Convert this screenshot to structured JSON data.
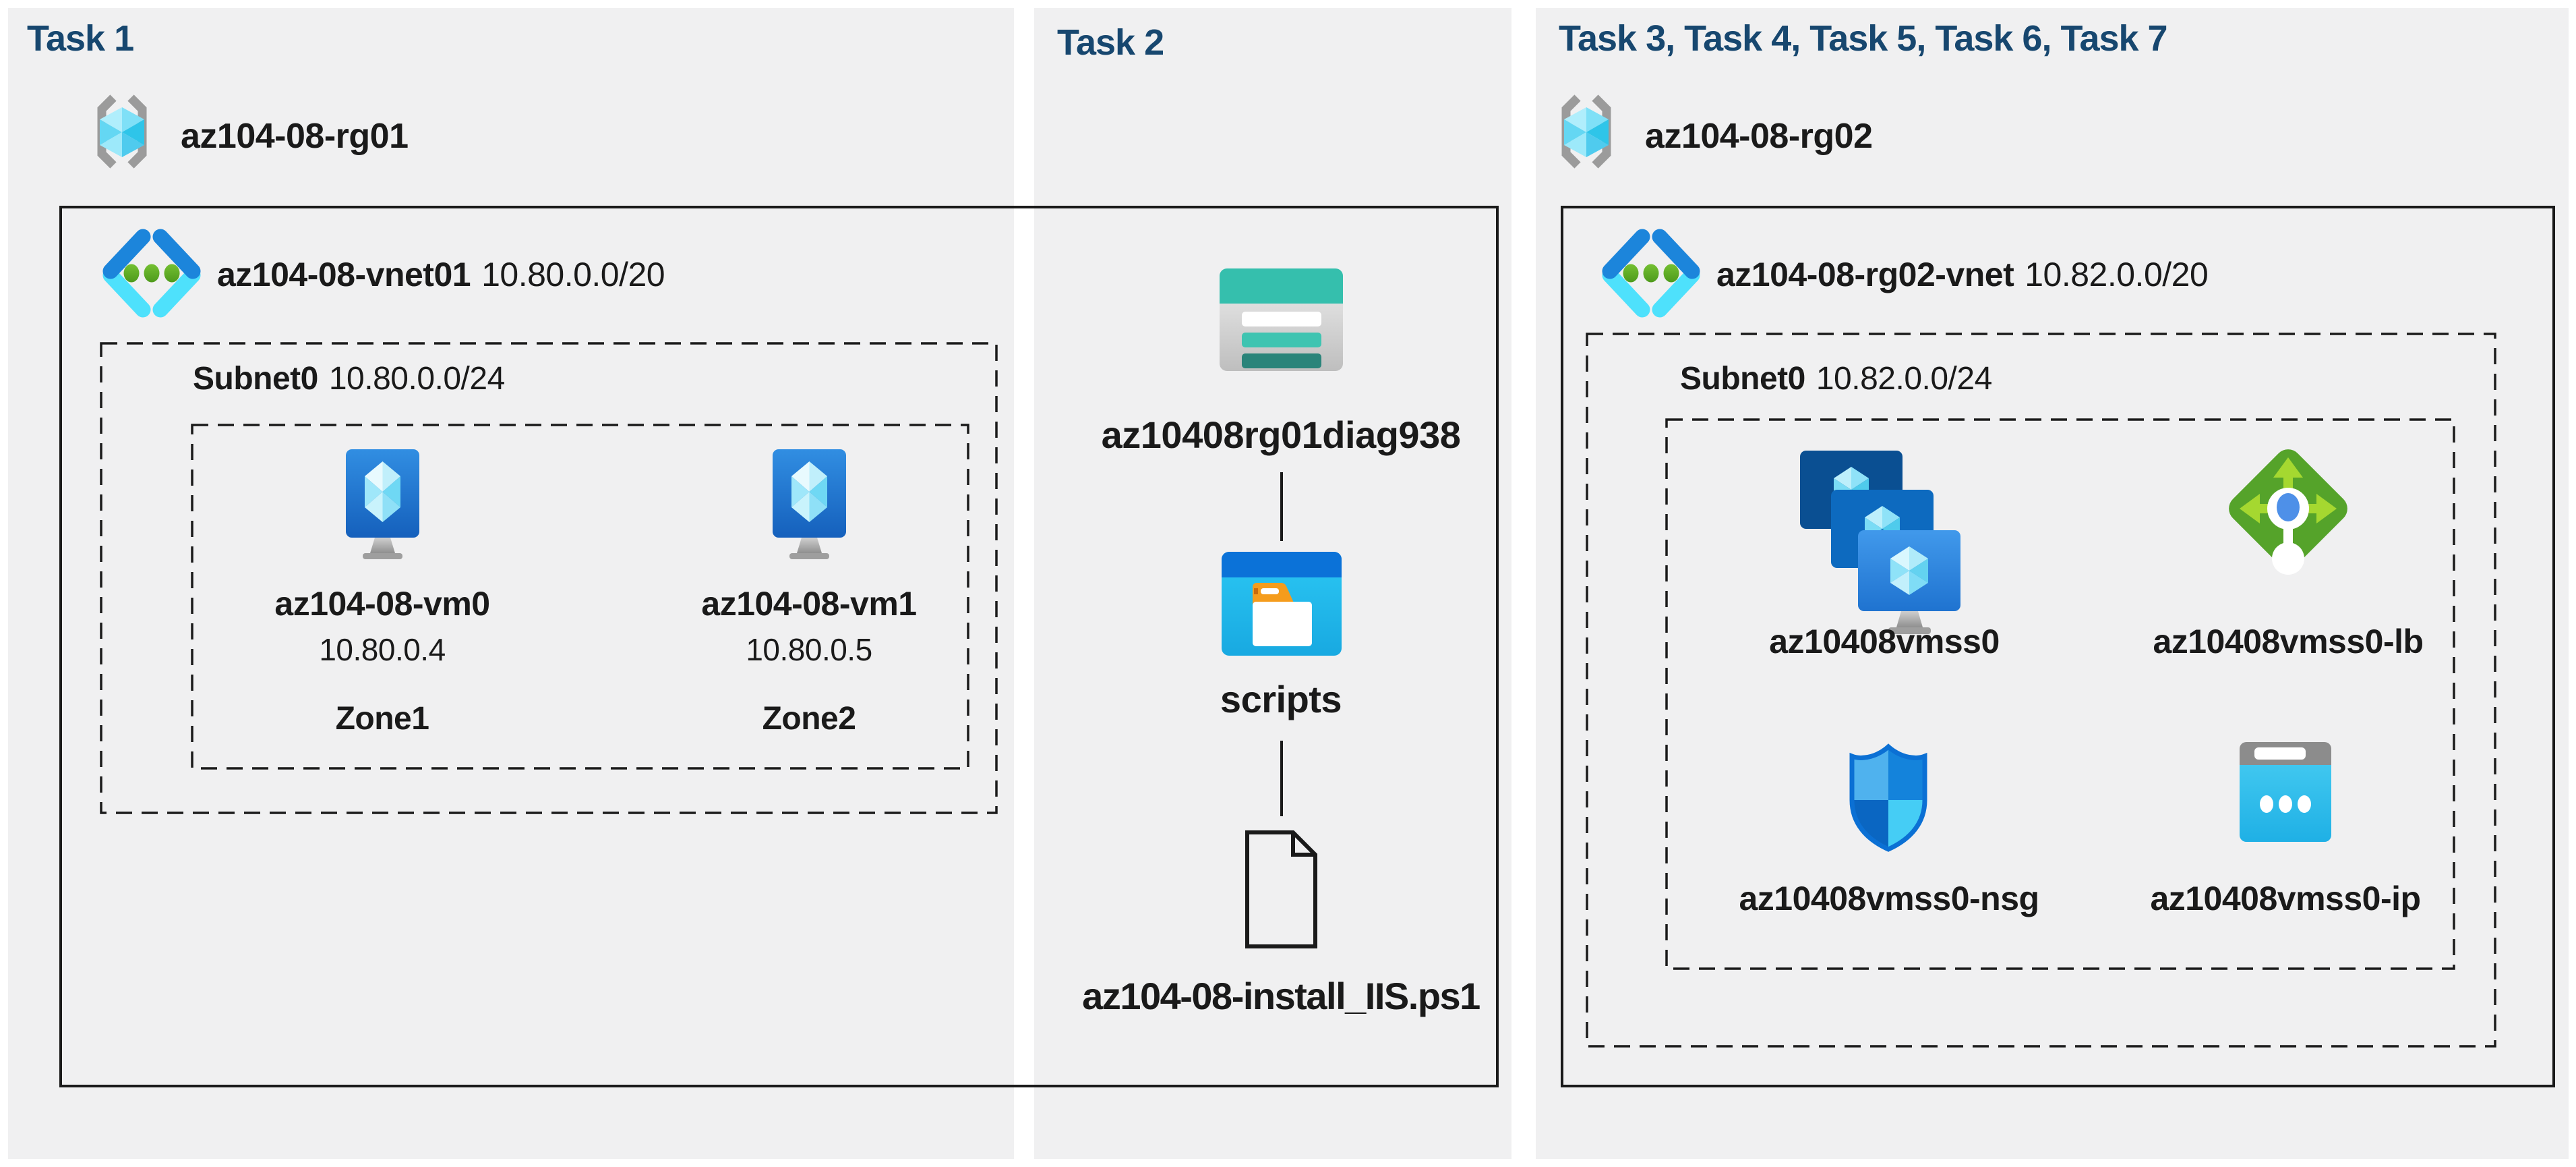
{
  "colors": {
    "page_bg": "#ffffff",
    "panel_bg": "#f0f0f1",
    "header_text": "#17476f",
    "text": "#1a1a1a",
    "border": "#1a1a1a",
    "vnet_blue": "#1c85db",
    "vnet_cyan": "#4ee1fc",
    "storage_teal": "#35bfad",
    "lb_green": "#55a32a",
    "folder_orange": "#f59c1c"
  },
  "icons": {
    "resource_group": "brackets-with-cube",
    "virtual_network": "angle-brackets-with-dots",
    "virtual_machine": "monitor-with-crystal",
    "storage_account": "teal-table-rows",
    "container": "window-with-folder",
    "file": "document-outline",
    "vmss": "three-stacked-monitors",
    "load_balancer": "green-diamond-arrows",
    "nsg": "quadrant-shield",
    "public_ip": "browser-with-dots"
  },
  "panels": {
    "task1": {
      "title": "Task 1"
    },
    "task2": {
      "title": "Task 2"
    },
    "task3": {
      "title": "Task 3, Task 4, Task 5, Task 6, Task 7"
    }
  },
  "task1": {
    "resource_group": "az104-08-rg01",
    "vnet": {
      "name": "az104-08-vnet01",
      "cidr": "10.80.0.0/20"
    },
    "subnet": {
      "name": "Subnet0",
      "cidr": "10.80.0.0/24"
    },
    "vms": [
      {
        "name": "az104-08-vm0",
        "ip": "10.80.0.4",
        "zone": "Zone1"
      },
      {
        "name": "az104-08-vm1",
        "ip": "10.80.0.5",
        "zone": "Zone2"
      }
    ]
  },
  "task2": {
    "storage_account": "az10408rg01diag938",
    "container": "scripts",
    "script_file": "az104-08-install_IIS.ps1"
  },
  "task3": {
    "resource_group": "az104-08-rg02",
    "vnet": {
      "name": "az104-08-rg02-vnet",
      "cidr": "10.82.0.0/20"
    },
    "subnet": {
      "name": "Subnet0",
      "cidr": "10.82.0.0/24"
    },
    "vmss": "az10408vmss0",
    "load_balancer": "az10408vmss0-lb",
    "nsg": "az10408vmss0-nsg",
    "public_ip": "az10408vmss0-ip"
  }
}
